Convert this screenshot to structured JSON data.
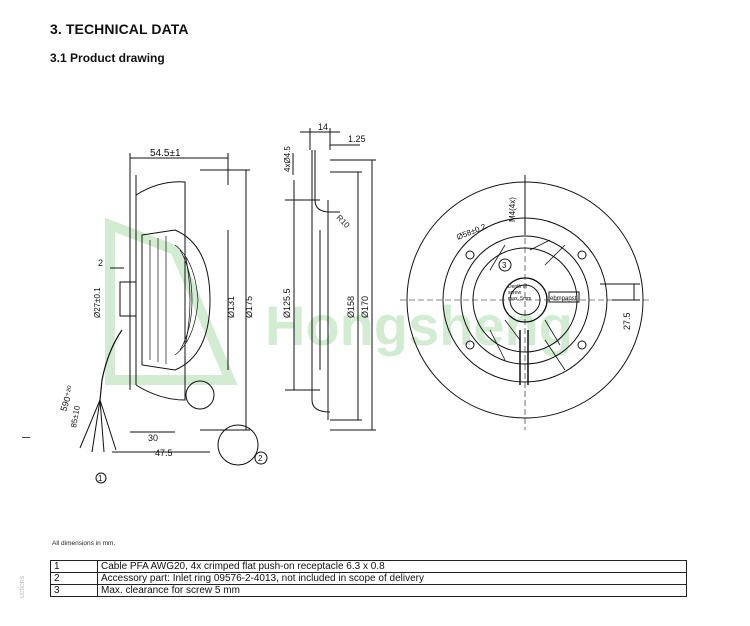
{
  "heading": "3. TECHNICAL DATA",
  "subheading": "3.1 Product drawing",
  "watermark": "Hongsheng",
  "dims_side": {
    "width_54": "54.5±1",
    "d131": "Ø131",
    "d175": "Ø175",
    "d27": "Ø27±0.1",
    "two": "2",
    "len590": "590⁺²⁰",
    "len85": "85±10",
    "len30": "30",
    "len47": "47.5"
  },
  "dims_section": {
    "t14": "14",
    "t125": "1.25",
    "holes": "4xØ4.5",
    "r10": "R10",
    "d1255": "Ø125.5",
    "d158": "Ø158",
    "d170": "Ø170"
  },
  "dims_front": {
    "m4": "M4(4x)",
    "d58": "Ø58±0.2",
    "depth": [
      "Depth of",
      "screw",
      "max. 5mm"
    ],
    "brand": "ebmpapst",
    "dim275": "27.5",
    "callout3": "3"
  },
  "callouts": {
    "one": "1",
    "two": "2"
  },
  "footnote": "All dimensions in mm.",
  "notes": [
    {
      "num": "1",
      "text": "Cable PFA AWG20, 4x crimped flat push-on receptacle 6.3 x 0.8"
    },
    {
      "num": "2",
      "text": "Accessory part: Inlet ring 09576-2-4013, not included in scope of delivery"
    },
    {
      "num": "3",
      "text": "Max. clearance for screw 5 mm"
    }
  ],
  "side_text": "uctions"
}
